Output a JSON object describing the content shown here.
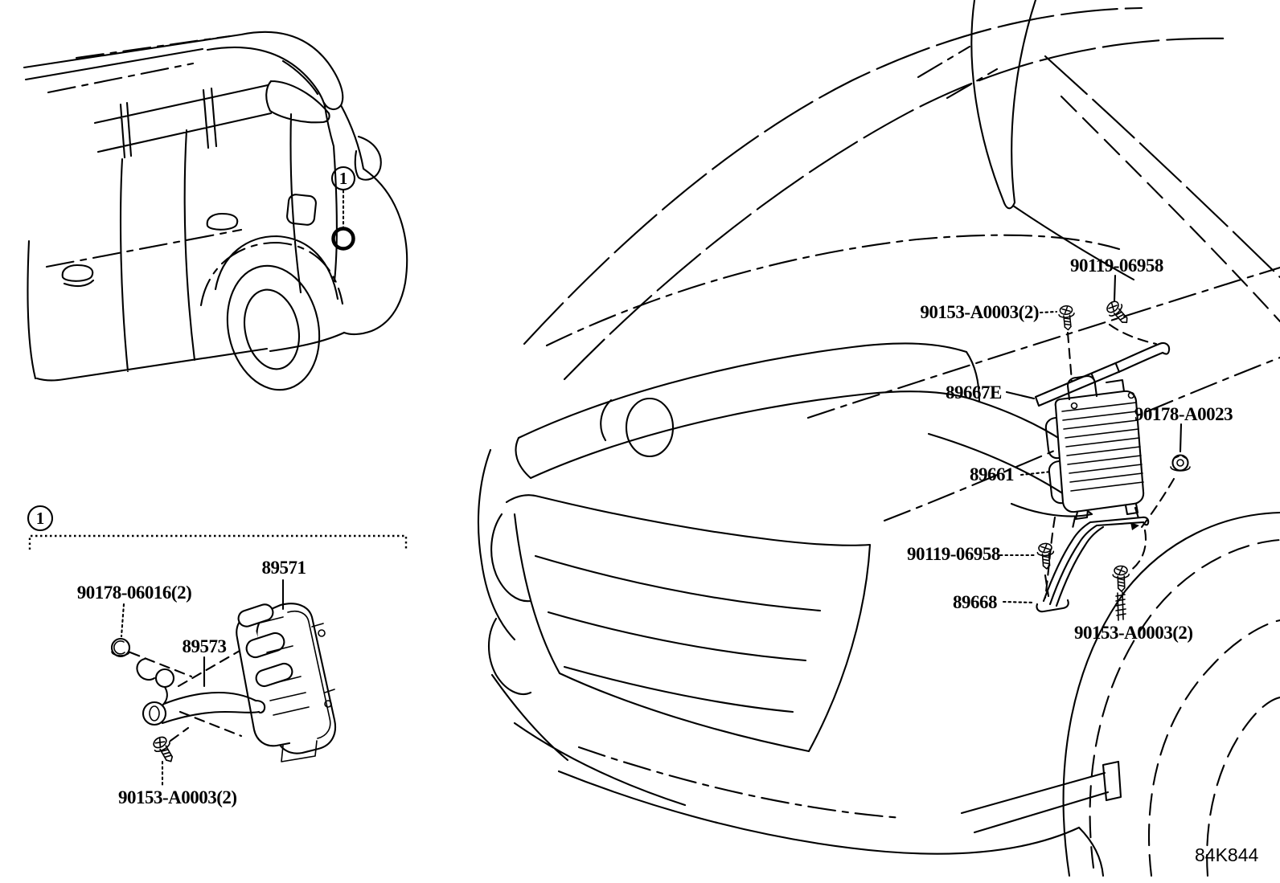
{
  "colors": {
    "ink": "#000000",
    "paper": "#ffffff"
  },
  "figure_code": "84K844",
  "callouts": {
    "car": "1",
    "detail": "1"
  },
  "labels": {
    "screw_top": "90119-06958",
    "bolt_top": "90153-A0003(2)",
    "bracket_upper": "89667E",
    "nut_front": "90178-A0023",
    "ecu": "89661",
    "screw_lower": "90119-06958",
    "bracket_lower": "89668",
    "bolt_lower": "90153-A0003(2)",
    "sensor": "89571",
    "nut_detail": "90178-06016(2)",
    "bracket_detail": "89573",
    "bolt_detail": "90153-A0003(2)"
  }
}
